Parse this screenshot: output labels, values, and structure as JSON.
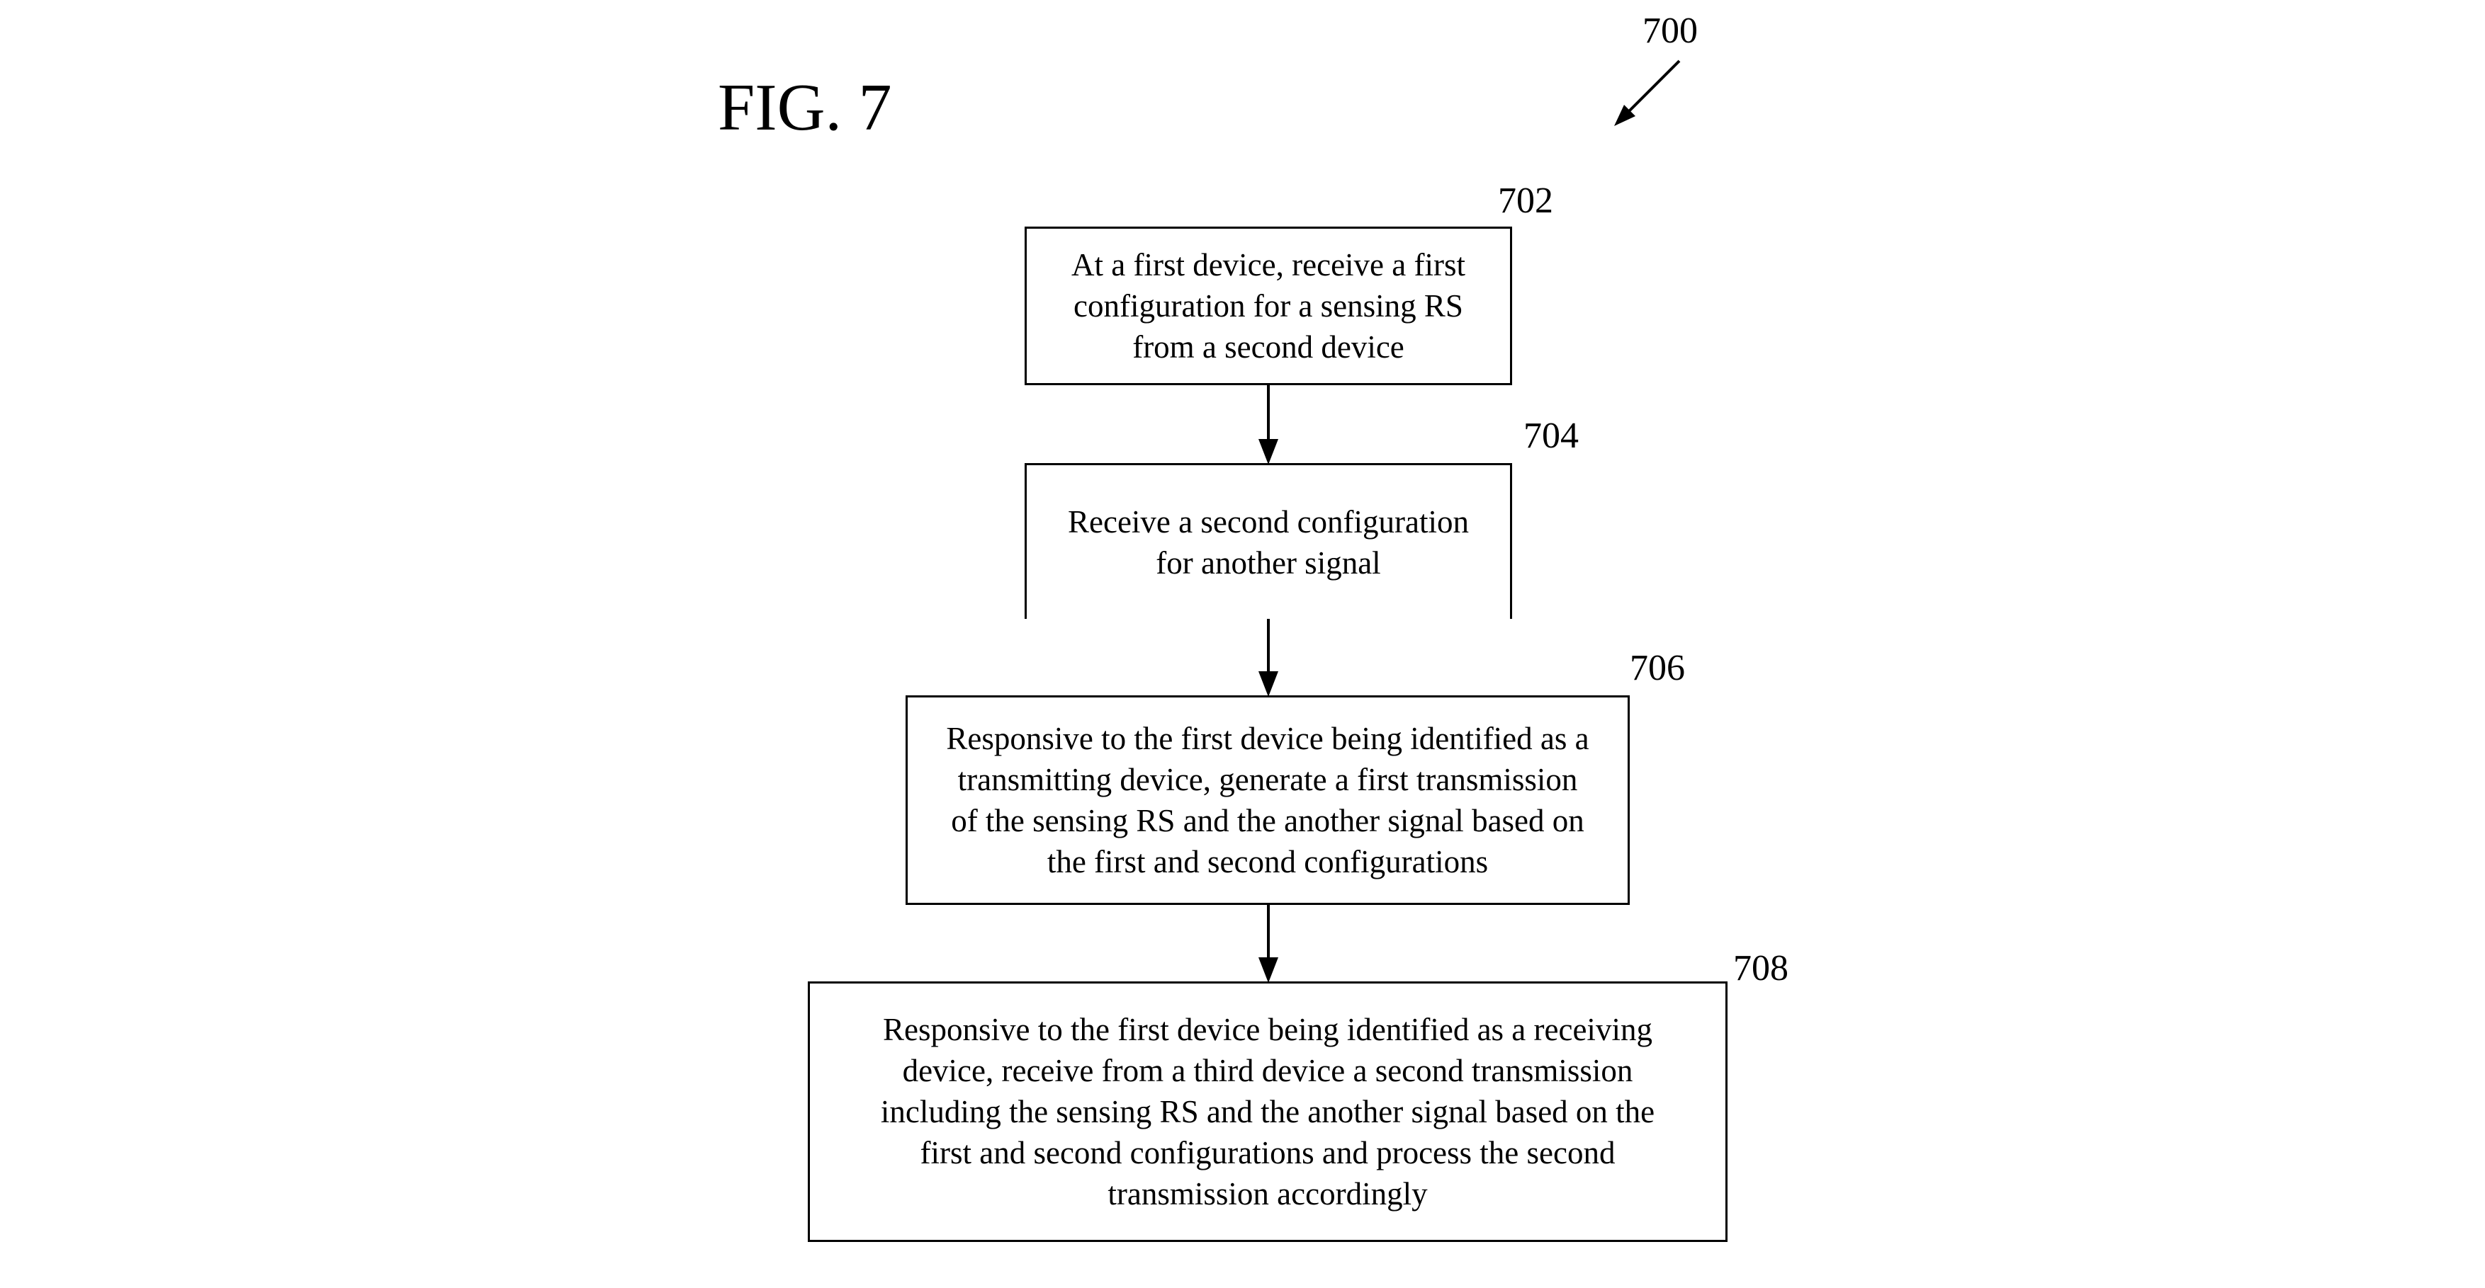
{
  "figure": {
    "title": "FIG. 7",
    "reference": "700"
  },
  "steps": [
    {
      "ref": "702",
      "text": "At a first device, receive a first\nconfiguration for a sensing RS\nfrom a second device"
    },
    {
      "ref": "704",
      "text": "Receive a second configuration\nfor another signal"
    },
    {
      "ref": "706",
      "text": "Responsive to the first device being identified as a\ntransmitting device, generate a first transmission\nof the sensing RS and the another signal based on\nthe first and second configurations"
    },
    {
      "ref": "708",
      "text": "Responsive to the first device being identified as a receiving\ndevice, receive from a third device a second transmission\nincluding the sensing RS and the another signal based on the\nfirst and second configurations and process the second\ntransmission accordingly"
    }
  ]
}
